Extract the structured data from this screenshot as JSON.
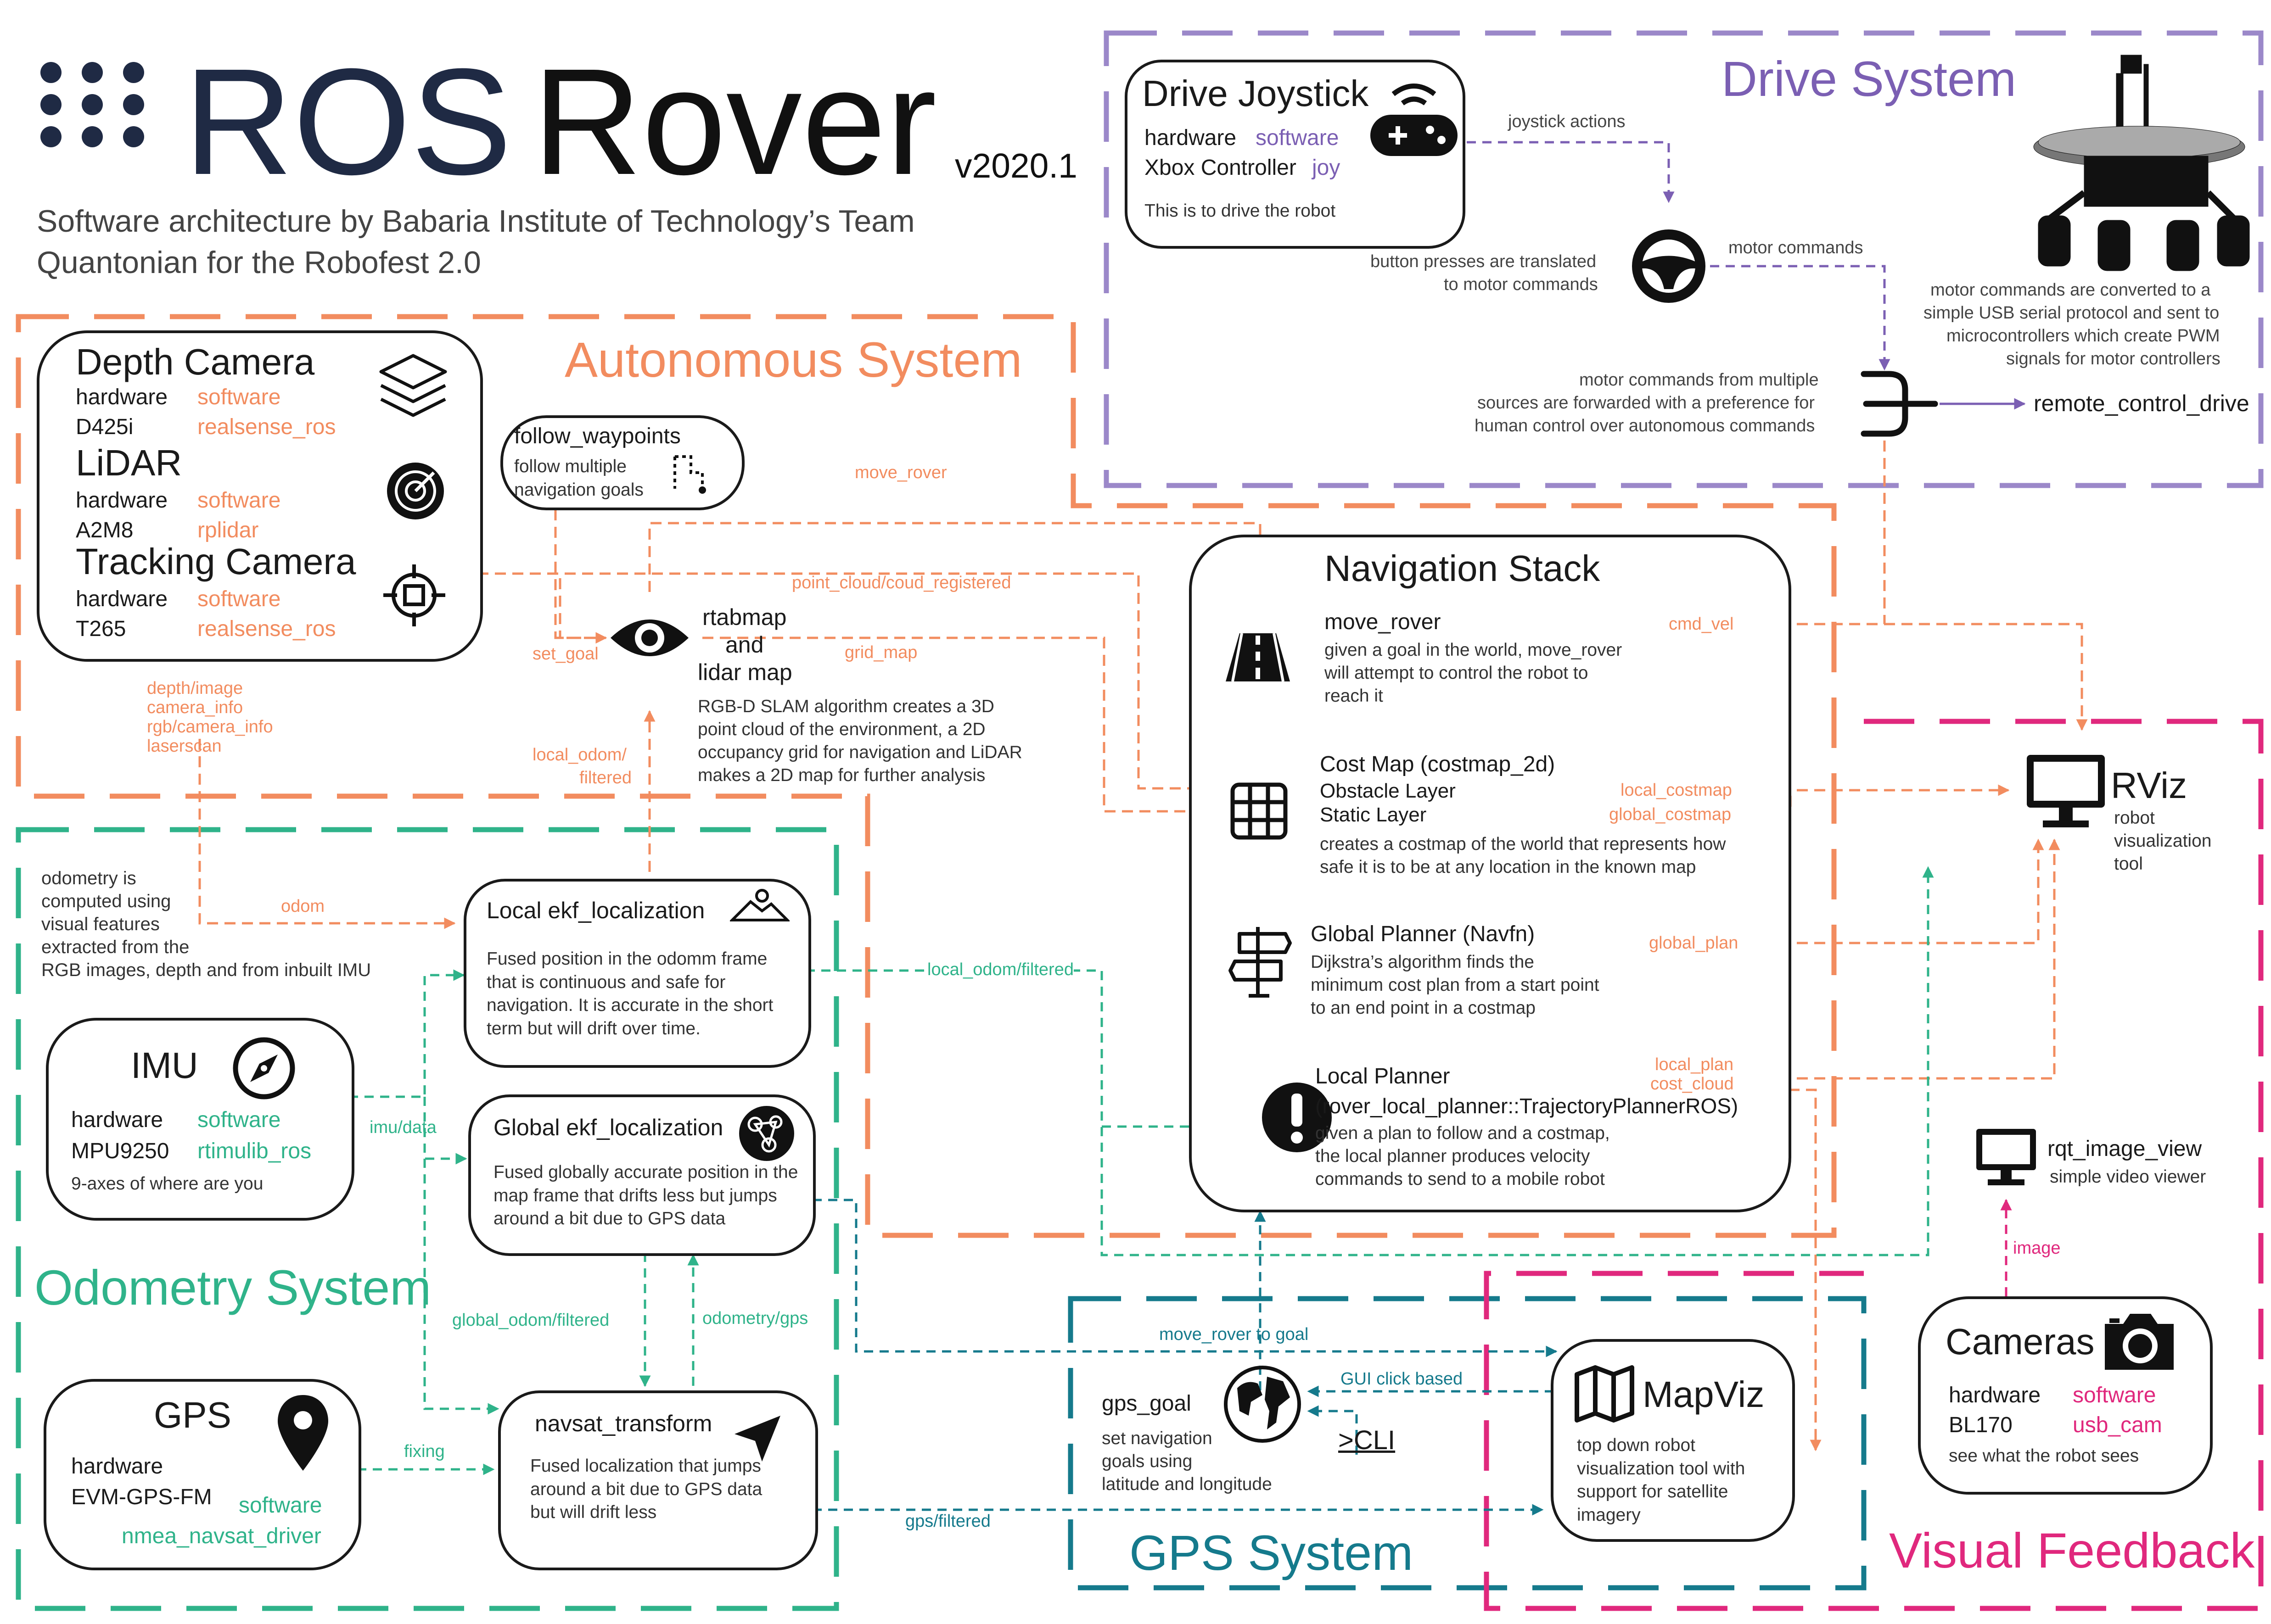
{
  "header": {
    "brand_ros": "ROS",
    "brand_rover": "Rover",
    "version": "v2020.1",
    "subtitle_1": "Software architecture by Babaria Institute of Technology’s Team",
    "subtitle_2": "Quantonian for the Robofest 2.0"
  },
  "colors": {
    "autonomous": "#f28c5f",
    "odometry": "#2fb38a",
    "gps": "#157a8c",
    "visual": "#e0287d",
    "drive": "#9b88c9",
    "brand": "#1f2a44"
  },
  "systems": {
    "drive": "Drive System",
    "autonomous": "Autonomous System",
    "odometry": "Odometry System",
    "gps": "GPS System",
    "visual": "Visual Feedback"
  },
  "sensors": {
    "depth": {
      "title": "Depth Camera",
      "hw": "hardware",
      "sw": "software",
      "hw_val": "D425i",
      "sw_val": "realsense_ros"
    },
    "lidar": {
      "title": "LiDAR",
      "hw": "hardware",
      "sw": "software",
      "hw_val": "A2M8",
      "sw_val": "rplidar"
    },
    "tracking": {
      "title": "Tracking Camera",
      "hw": "hardware",
      "sw": "software",
      "hw_val": "T265",
      "sw_val": "realsense_ros"
    },
    "topics": [
      "depth/image",
      "camera_info",
      "rgb/camera_info",
      "laserscan"
    ]
  },
  "drive": {
    "joystick": {
      "title": "Drive Joystick",
      "hw": "hardware",
      "sw": "software",
      "hw_val": "Xbox Controller",
      "sw_val": "joy",
      "desc": "This is to drive the robot"
    },
    "joystick_actions": "joystick actions",
    "buttons_translated_1": "button presses are translated",
    "buttons_translated_2": "to motor commands",
    "motor_commands": "motor commands",
    "mux_1": "motor commands from multiple",
    "mux_2": "sources are forwarded with a preference for",
    "mux_3": "human control over autonomous commands",
    "serial_1": "motor commands are converted to a",
    "serial_2": "simple USB serial protocol and sent to",
    "serial_3": "microcontrollers which create PWM",
    "serial_4": "signals for motor controllers",
    "remote": "remote_control_drive"
  },
  "waypoints": {
    "title": "follow_waypoints",
    "desc_1": "follow multiple",
    "desc_2": "navigation goals"
  },
  "rtabmap": {
    "title_1": "rtabmap",
    "title_2": "and",
    "title_3": "lidar map",
    "desc_1": "RGB-D SLAM algorithm creates a 3D",
    "desc_2": "point cloud of the environment, a 2D",
    "desc_3": "occupancy grid for navigation and LiDAR",
    "desc_4": "makes a 2D map for further analysis"
  },
  "nav": {
    "title": "Navigation Stack",
    "move_rover": {
      "title": "move_rover",
      "desc_1": "given a goal in the world, move_rover",
      "desc_2": "will attempt to control the robot to",
      "desc_3": "reach it"
    },
    "costmap": {
      "title": "Cost Map (costmap_2d)",
      "l1": "Obstacle Layer",
      "l2": "Static Layer",
      "desc_1": "creates a costmap of the world that represents how",
      "desc_2": "safe it is to be at any location in the known map"
    },
    "global": {
      "title": "Global Planner (Navfn)",
      "desc_1": "Dijkstra’s algorithm finds the",
      "desc_2": "minimum cost plan from a start point",
      "desc_3": "to an end point in a costmap"
    },
    "local": {
      "title": "Local Planner",
      "sub": "(rover_local_planner::TrajectoryPlannerROS)",
      "desc_1": "given a plan to follow and a costmap,",
      "desc_2": "the local planner produces velocity",
      "desc_3": "commands to send to a mobile robot"
    }
  },
  "rviz": {
    "title": "RViz",
    "desc_1": "robot",
    "desc_2": "visualization",
    "desc_3": "tool"
  },
  "rqt": {
    "title": "rqt_image_view",
    "desc": "simple video viewer"
  },
  "cameras": {
    "title": "Cameras",
    "hw": "hardware",
    "sw": "software",
    "hw_val": "BL170",
    "sw_val": "usb_cam",
    "desc": "see what the robot sees"
  },
  "odom_note": {
    "l1": "odometry is",
    "l2": "computed using",
    "l3": "visual features",
    "l4": "extracted from the",
    "l5": "RGB images, depth and from inbuilt IMU"
  },
  "local_ekf": {
    "title": "Local ekf_localization",
    "desc": "Fused position in the odomm frame that is continuous and safe for navigation. It is accurate in the short term but will drift over time."
  },
  "global_ekf": {
    "title": "Global ekf_localization",
    "desc": "Fused globally accurate position in the map frame that drifts less but jumps around a bit due to GPS data"
  },
  "navsat": {
    "title": "navsat_transform",
    "desc": "Fused localization that jumps around a bit due to GPS data but will drift less"
  },
  "imu": {
    "title": "IMU",
    "hw": "hardware",
    "sw": "software",
    "hw_val": "MPU9250",
    "sw_val": "rtimulib_ros",
    "desc": "9-axes of where are you"
  },
  "gps": {
    "title": "GPS",
    "hw": "hardware",
    "hw_val": "EVM-GPS-FM",
    "sw": "software",
    "sw_val": "nmea_navsat_driver"
  },
  "gps_goal": {
    "title": "gps_goal",
    "desc_1": "set navigation",
    "desc_2": "goals using",
    "desc_3": "latitude and longitude",
    "gui": "GUI click based",
    "cli": ">CLI"
  },
  "mapviz": {
    "title": "MapViz",
    "desc": "top down robot visualization tool with support for satellite imagery"
  },
  "edges": {
    "move_rover": "move_rover",
    "point_cloud": "point_cloud/coud_registered",
    "set_goal": "set_goal",
    "grid_map": "grid_map",
    "local_odom_filtered": "local_odom/",
    "filtered": "filtered",
    "odom": "odom",
    "cmd_vel": "cmd_vel",
    "local_costmap": "local_costmap",
    "global_costmap": "global_costmap",
    "global_plan": "global_plan",
    "local_plan": "local_plan",
    "cost_cloud": "cost_cloud",
    "local_odom_green": "local_odom/filtered",
    "imu_data": "imu/data",
    "global_odom": "global_odom/filtered",
    "odometry_gps": "odometry/gps",
    "fixing": "fixing",
    "move_rover_goal": "move_rover to goal",
    "gps_filtered": "gps/filtered",
    "image": "image"
  }
}
